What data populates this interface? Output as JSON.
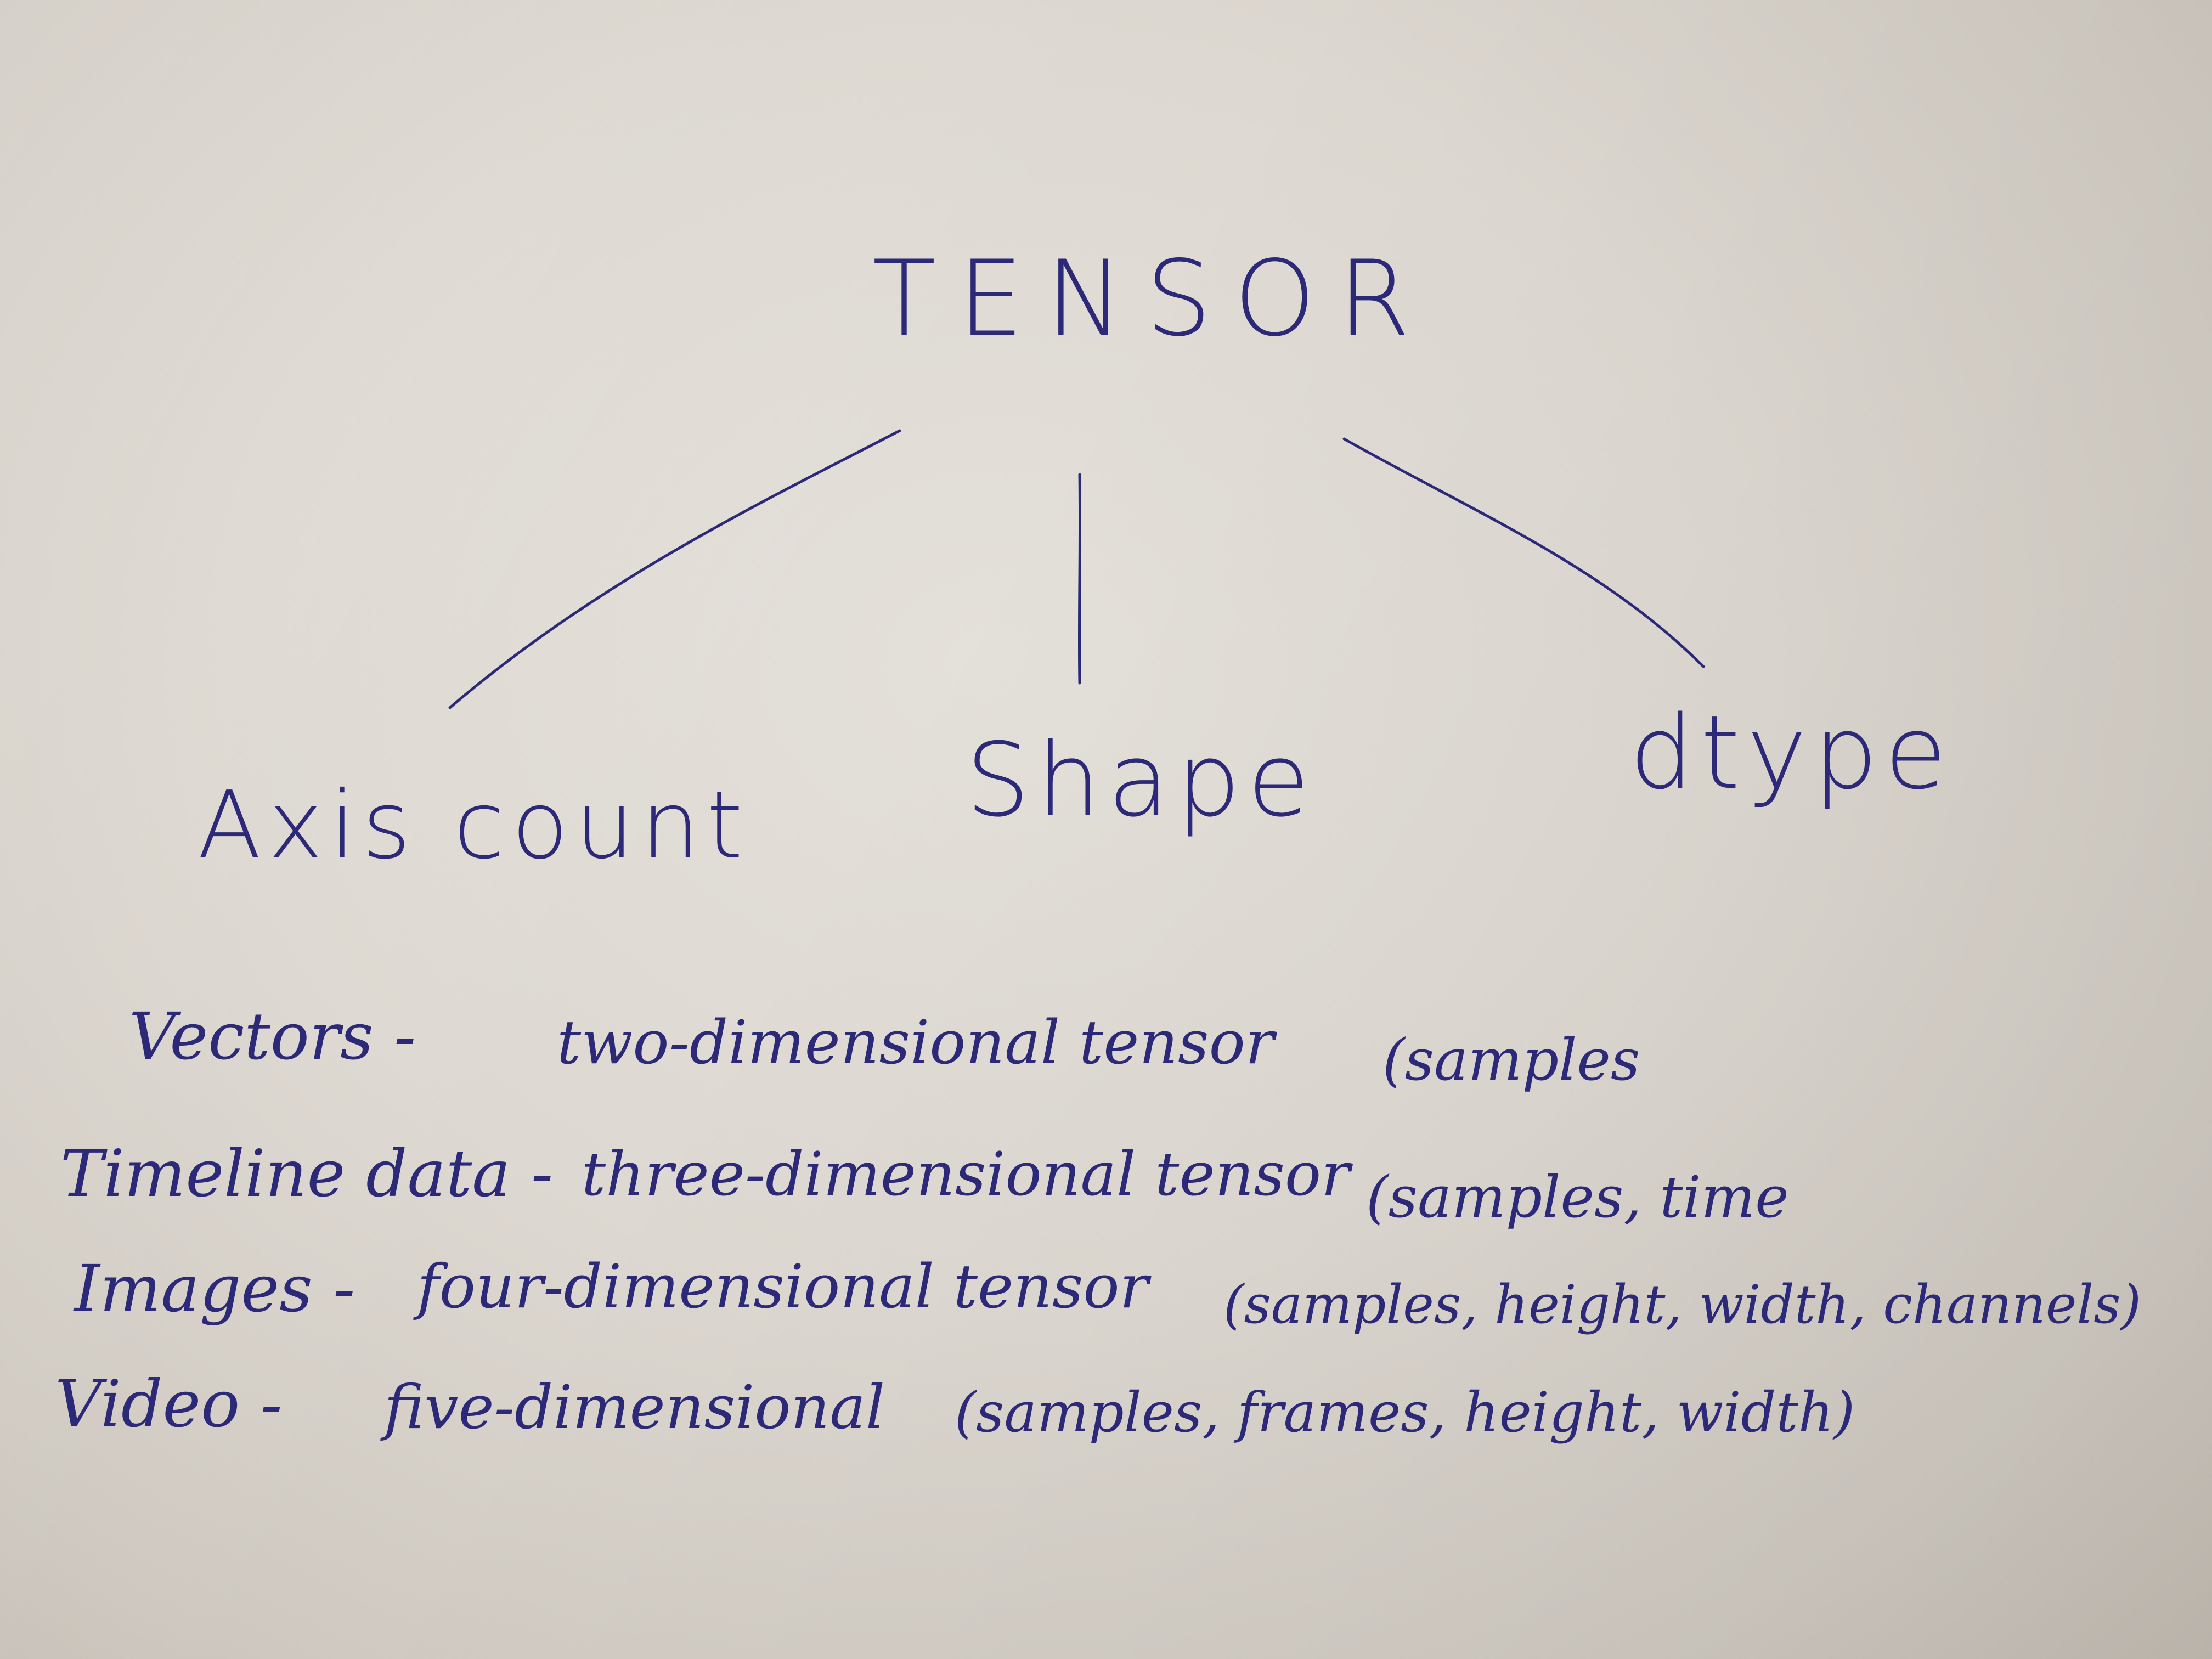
{
  "diagram": {
    "root": "TENSOR",
    "branches": {
      "left": "Axis count",
      "center": "Shape",
      "right": "dtype"
    }
  },
  "rows": [
    {
      "term": "Vectors -",
      "description": "two-dimensional tensor",
      "shape": "(samples"
    },
    {
      "term": "Timeline data -",
      "description": "three-dimensional tensor",
      "shape": "(samples, time"
    },
    {
      "term": "Images -",
      "description": "four-dimensional tensor",
      "shape": "(samples, height, width, channels)"
    },
    {
      "term": "Video -",
      "description": "five-dimensional",
      "shape": "(samples, frames, height, width)"
    }
  ],
  "colors": {
    "ink": "#2c2a78",
    "paper": "#ddd8d1"
  }
}
